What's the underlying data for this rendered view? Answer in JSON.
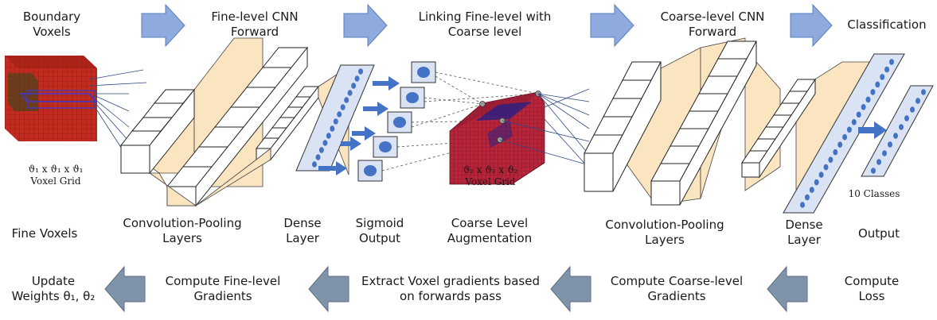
{
  "top_stages": [
    {
      "line1": "Boundary",
      "line2": "Voxels"
    },
    {
      "line1": "Fine-level CNN",
      "line2": "Forward"
    },
    {
      "line1": "Linking Fine-level with",
      "line2": "Coarse level"
    },
    {
      "line1": "Coarse-level CNN",
      "line2": "Forward"
    },
    {
      "line1": "Classification",
      "line2": ""
    }
  ],
  "middle_labels": {
    "fine_voxels": "Fine Voxels",
    "conv_pool_1": {
      "line1": "Convolution-Pooling",
      "line2": "Layers"
    },
    "dense_1": {
      "line1": "Dense",
      "line2": "Layer"
    },
    "sigmoid": {
      "line1": "Sigmoid",
      "line2": "Output"
    },
    "coarse_aug": {
      "line1": "Coarse Level",
      "line2": "Augmentation"
    },
    "conv_pool_2": {
      "line1": "Convolution-Pooling",
      "line2": "Layers"
    },
    "dense_2": {
      "line1": "Dense",
      "line2": "Layer"
    },
    "output": "Output"
  },
  "grid_labels": {
    "fine_grid": {
      "line1": "ϑ₁ x ϑ₁ x ϑ₁",
      "line2": "Voxel Grid"
    },
    "coarse_grid": {
      "line1": "ϑ₂ x ϑ₂ x ϑ₂",
      "line2": "Voxel Grid"
    },
    "classes": "10 Classes"
  },
  "bottom_stages": [
    {
      "line1": "Update",
      "line2": "Weights θ₁, θ₂"
    },
    {
      "line1": "Compute Fine-level",
      "line2": "Gradients"
    },
    {
      "line1": "Extract Voxel gradients based",
      "line2": "on forwards pass"
    },
    {
      "line1": "Compute Coarse-level",
      "line2": "Gradients"
    },
    {
      "line1": "Compute",
      "line2": "Loss"
    }
  ],
  "colors": {
    "top_arrow": "#8faadc",
    "bottom_arrow": "#7f93aa",
    "wedge": "#fbe5c0",
    "neuron": "#4472c4",
    "neuron_box": "#dae3f3",
    "mesh": "#c0281e"
  }
}
